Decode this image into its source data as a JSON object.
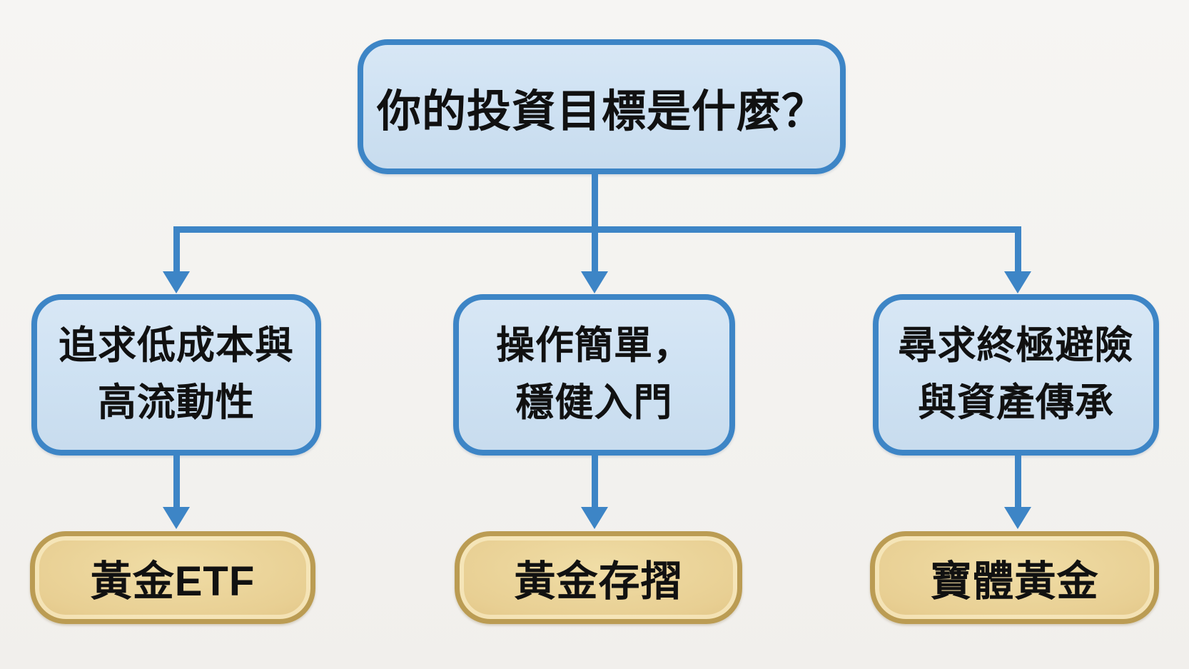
{
  "colors": {
    "background": "#f3f2ef",
    "blue_box_fill": "#cfe2f3",
    "blue_box_border": "#3d85c6",
    "arrow_blue": "#3d85c6",
    "gold_box_fill": "#e8cf93",
    "gold_box_border": "#bb9c53",
    "text": "#111111"
  },
  "flowchart": {
    "root": {
      "label": "你的投資目標是什麼？"
    },
    "branches": [
      {
        "condition_line1": "追求低成本與",
        "condition_line2": "高流動性",
        "result": "黃金ETF"
      },
      {
        "condition_line1": "操作簡單，",
        "condition_line2": "穩健入門",
        "result": "黃金存摺"
      },
      {
        "condition_line1": "尋求終極避險",
        "condition_line2": "與資產傳承",
        "result": "寶體黃金"
      }
    ]
  }
}
